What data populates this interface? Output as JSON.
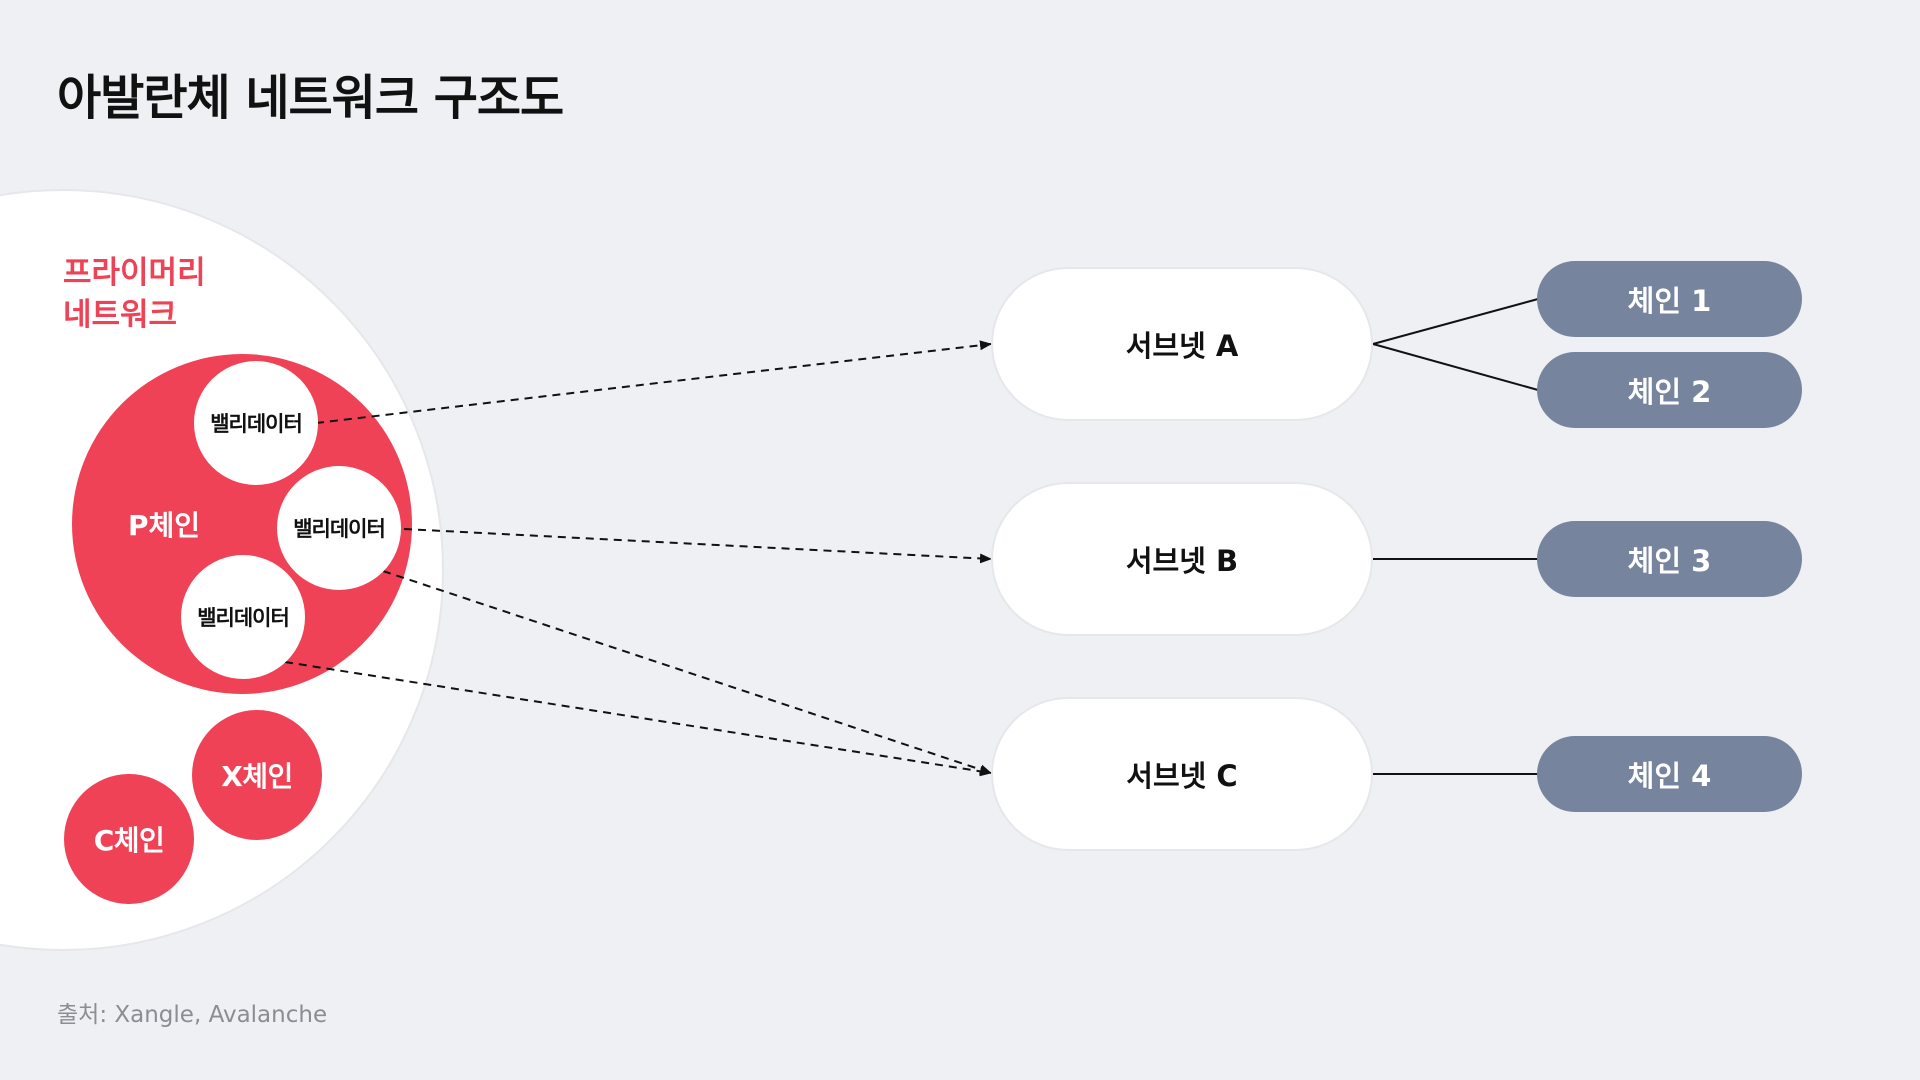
{
  "title": "아발란체 네트워크 구조도",
  "primary_network": {
    "label_line1": "프라이머리",
    "label_line2": "네트워크",
    "p_chain": {
      "label": "P체인",
      "validators": [
        "밸리데이터",
        "밸리데이터",
        "밸리데이터"
      ]
    },
    "x_chain": "X체인",
    "c_chain": "C체인"
  },
  "subnets": [
    {
      "label": "서브넷 A",
      "chains": [
        "체인 1",
        "체인 2"
      ]
    },
    {
      "label": "서브넷 B",
      "chains": [
        "체인 3"
      ]
    },
    {
      "label": "서브넷 C",
      "chains": [
        "체인 4"
      ]
    }
  ],
  "source": "출처: Xangle, Avalanche",
  "colors": {
    "background": "#eff0f4",
    "accent_red": "#f04256",
    "chain_gray": "#77849e",
    "white": "#ffffff"
  }
}
